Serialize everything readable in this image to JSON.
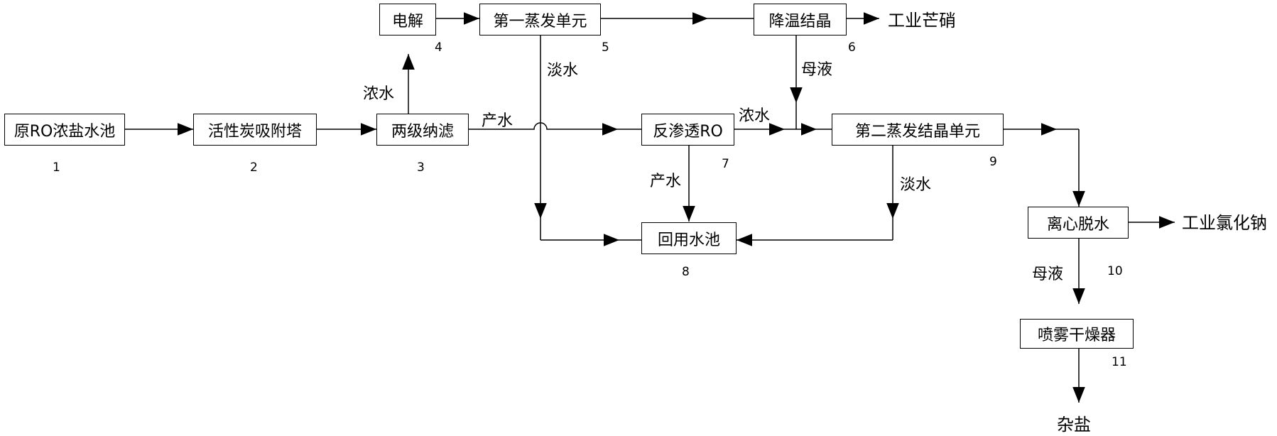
{
  "units": {
    "ro_pool": {
      "label": "原RO浓盐水池",
      "number": "1"
    },
    "carbon_tower": {
      "label": "活性炭吸附塔",
      "number": "2"
    },
    "nanofiltration": {
      "label": "两级纳滤",
      "number": "3"
    },
    "electrolysis": {
      "label": "电解",
      "number": "4"
    },
    "first_evaporation": {
      "label": "第一蒸发单元",
      "number": "5"
    },
    "cooling_crystallization": {
      "label": "降温结晶",
      "number": "6"
    },
    "reverse_osmosis": {
      "label": "反渗透RO",
      "number": "7"
    },
    "reuse_pool": {
      "label": "回用水池",
      "number": "8"
    },
    "second_evaporation": {
      "label": "第二蒸发结晶单元",
      "number": "9"
    },
    "centrifugal": {
      "label": "离心脱水",
      "number": "10"
    },
    "spray_dryer": {
      "label": "喷雾干燥器",
      "number": "11"
    }
  },
  "flow_labels": {
    "concentrate_to_electrolysis": "浓水",
    "nf_product": "产水",
    "fresh_from_evap1": "淡水",
    "mother_liquor_evap1": "母液",
    "ro_concentrate": "浓水",
    "ro_product": "产水",
    "fresh_from_evap2": "淡水",
    "mother_liquor_centrifuge": "母液"
  },
  "outputs": {
    "sodium_sulfate": "工业芒硝",
    "sodium_chloride": "工业氯化钠",
    "mixed_salt": "杂盐"
  }
}
